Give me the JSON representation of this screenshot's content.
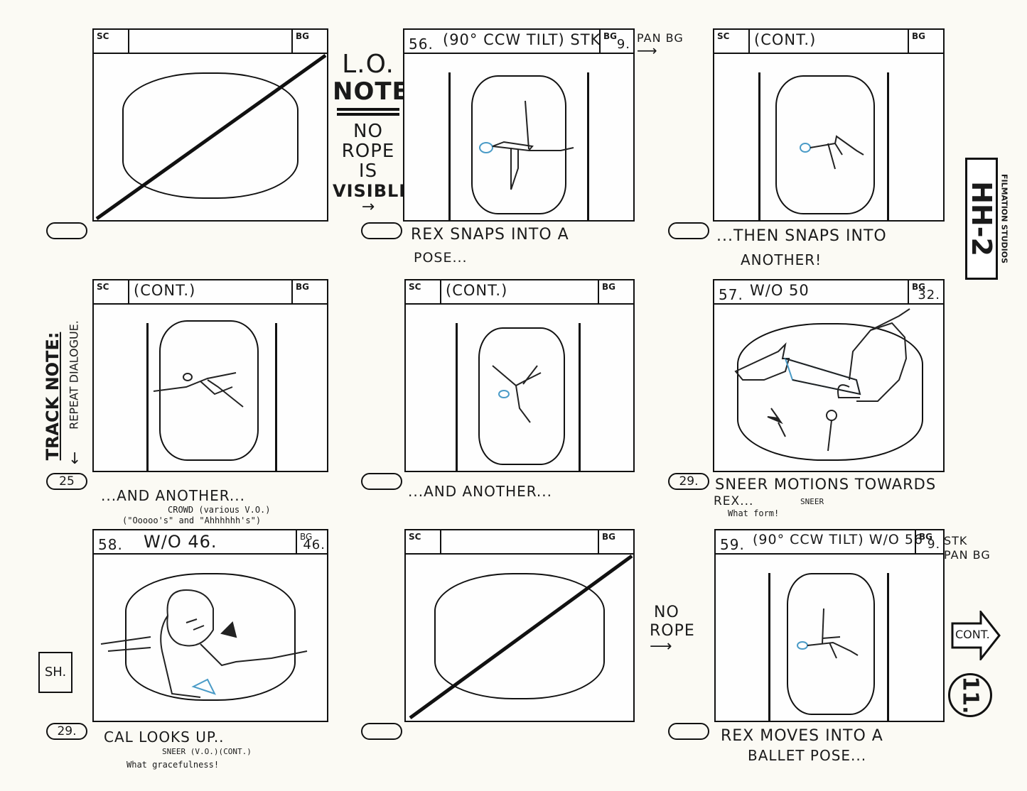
{
  "labels": {
    "sc": "SC",
    "bg": "BG"
  },
  "studio": {
    "name": "FILMATION STUDIOS",
    "code": "HH-2",
    "page": "11."
  },
  "lo_note": {
    "title1": "L.O.",
    "title2": "NOTE:",
    "line1": "NO",
    "line2": "ROPE",
    "line3": "IS",
    "line4": "VISIBLE"
  },
  "track_note": {
    "title": "TRACK NOTE:",
    "text": "REPEAT DIALOGUE."
  },
  "side_notes": {
    "pan_bg": "PAN BG",
    "no_rope_1": "NO",
    "no_rope_2": "ROPE",
    "stk_pan_1": "STK",
    "stk_pan_2": "PAN BG",
    "cont_arrow": "CONT.",
    "sh_box": "SH."
  },
  "panels": [
    {
      "header_note": "",
      "sc_num": "",
      "bg_num": "",
      "oval": "",
      "caption1": "",
      "caption2": ""
    },
    {
      "header_note": "(90° CCW TILT) STK",
      "sc_num": "56.",
      "bg_num": "9.",
      "oval": "",
      "caption1": "REX SNAPS INTO A",
      "caption2": "POSE..."
    },
    {
      "header_note": "(CONT.)",
      "sc_num": "",
      "bg_num": "",
      "oval": "",
      "caption1": "...THEN SNAPS INTO",
      "caption2": "ANOTHER!"
    },
    {
      "header_note": "(CONT.)",
      "sc_num": "",
      "bg_num": "",
      "oval": "25",
      "caption1": "...AND ANOTHER...",
      "caption2": ""
    },
    {
      "header_note": "(CONT.)",
      "sc_num": "",
      "bg_num": "",
      "oval": "",
      "caption1": "...AND ANOTHER...",
      "caption2": ""
    },
    {
      "header_note": "W/O 50",
      "sc_num": "57.",
      "bg_num": "32.",
      "oval": "29.",
      "caption1": "SNEER MOTIONS TOWARDS",
      "caption2": "REX..."
    },
    {
      "header_note": "W/O 46.",
      "sc_num": "58.",
      "bg_num": "46.",
      "oval": "29.",
      "caption1": "CAL LOOKS UP..",
      "caption2": ""
    },
    {
      "header_note": "",
      "sc_num": "",
      "bg_num": "",
      "oval": "",
      "caption1": "",
      "caption2": ""
    },
    {
      "header_note": "(90° CCW TILT) W/O 56",
      "sc_num": "59.",
      "bg_num": "9.",
      "oval": "",
      "caption1": "REX MOVES INTO A",
      "caption2": "BALLET POSE..."
    }
  ],
  "dialogue": {
    "crowd_char": "CROWD (various V.O.)",
    "crowd_line": "(\"Ooooo's\" and \"Ahhhhhh's\")",
    "sneer_char": "SNEER",
    "sneer_line": "What form!",
    "sneer2_char": "SNEER (V.O.)(CONT.)",
    "sneer2_line": "What gracefulness!"
  }
}
